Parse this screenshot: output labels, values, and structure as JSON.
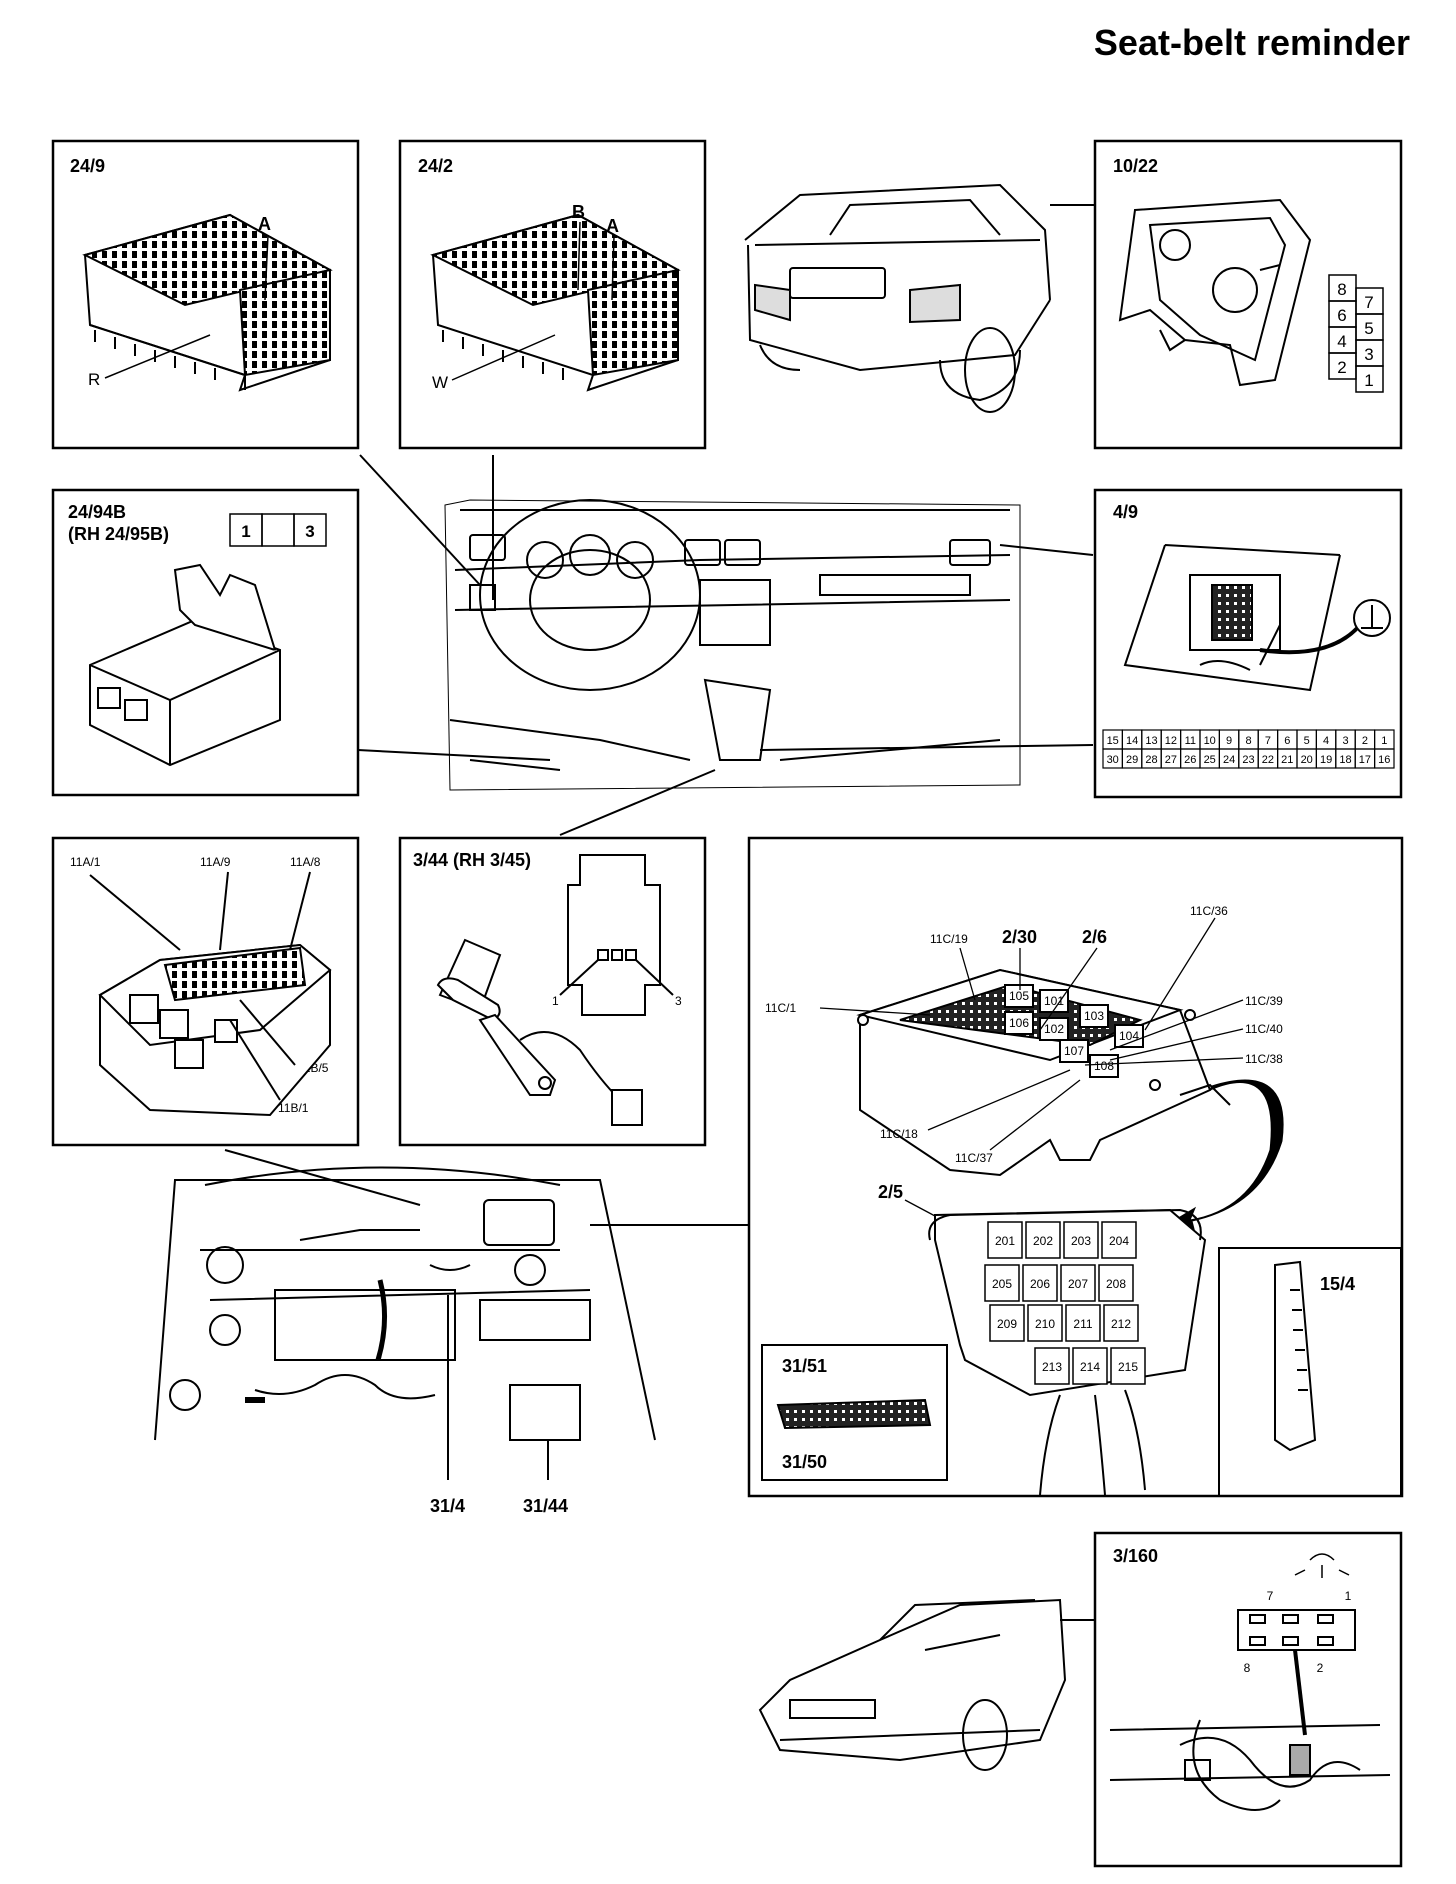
{
  "title": "Seat-belt reminder",
  "panels": {
    "p_24_9": {
      "label": "24/9",
      "callouts": [
        "A",
        "R"
      ]
    },
    "p_24_2": {
      "label": "24/2",
      "callouts": [
        "B",
        "A",
        "W"
      ]
    },
    "p_10_22": {
      "label": "10/22",
      "pins": [
        "8",
        "7",
        "6",
        "5",
        "4",
        "3",
        "2",
        "1"
      ]
    },
    "p_24_94b": {
      "label": "24/94B",
      "label2": "(RH 24/95B)",
      "pins": [
        "1",
        "",
        "3"
      ]
    },
    "p_4_9": {
      "label": "4/9",
      "pins_top": [
        "15",
        "14",
        "13",
        "12",
        "11",
        "10",
        "9",
        "8",
        "7",
        "6",
        "5",
        "4",
        "3",
        "2",
        "1"
      ],
      "pins_bottom": [
        "30",
        "29",
        "28",
        "27",
        "26",
        "25",
        "24",
        "23",
        "22",
        "21",
        "20",
        "19",
        "18",
        "17",
        "16"
      ]
    },
    "p_11a": {
      "callouts": [
        "11A/1",
        "11A/9",
        "11A/8",
        "11B/5",
        "11B/1"
      ]
    },
    "p_3_44": {
      "label": "3/44 (RH 3/45)",
      "pin1": "1",
      "pin3": "3"
    },
    "p_fuse": {
      "callouts": [
        "11C/19",
        "2/30",
        "2/6",
        "11C/36",
        "11C/1",
        "11C/39",
        "11C/40",
        "11C/38",
        "11C/18",
        "11C/37",
        "2/5",
        "15/4"
      ],
      "relays_top": [
        "101",
        "102",
        "105",
        "106",
        "103",
        "107",
        "104",
        "108"
      ],
      "relays_bottom": [
        "201",
        "202",
        "203",
        "204",
        "205",
        "206",
        "207",
        "208",
        "209",
        "210",
        "211",
        "212",
        "213",
        "214",
        "215"
      ],
      "inset_top": "31/51",
      "inset_bottom": "31/50"
    },
    "p_3_160": {
      "label": "3/160",
      "pins": [
        "7",
        "1",
        "8",
        "2"
      ]
    }
  },
  "engine_callouts": [
    "31/4",
    "31/44"
  ]
}
